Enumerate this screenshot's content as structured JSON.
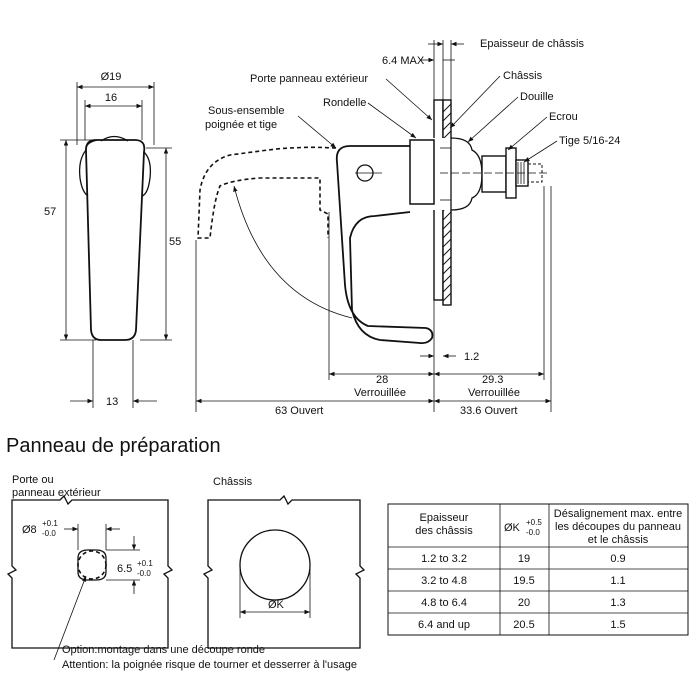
{
  "front_view": {
    "dia_19": "Ø19",
    "dim_16": "16",
    "dim_57": "57",
    "dim_55": "55",
    "dim_13": "13"
  },
  "side_view": {
    "dim_6_4_max": "6.4 MAX",
    "epaisseur_chassis": "Epaisseur de châssis",
    "porte_panneau": "Porte panneau extérieur",
    "chassis": "Châssis",
    "douille": "Douille",
    "rondelle": "Rondelle",
    "ecrou": "Ecrou",
    "sous_ensemble_1": "Sous-ensemble",
    "sous_ensemble_2": "poignée et tige",
    "tige": "Tige 5/16-24",
    "dim_1_2": "1.2",
    "dim_28": "28",
    "verrouillee_left": "Verrouillée",
    "dim_29_3": "29.3",
    "verrouillee_right": "Verrouillée",
    "dim_63_ouvert": "63  Ouvert",
    "dim_33_6_ouvert": "33.6  Ouvert"
  },
  "prep": {
    "title": "Panneau de préparation",
    "porte_1": "Porte ou",
    "porte_2": "panneau extérieur",
    "chassis": "Châssis",
    "dia_8": "Ø8",
    "tol_8_plus": "+0.1",
    "tol_8_minus": "-0.0",
    "dim_6_5": "6.5",
    "tol_6_5_plus": "+0.1",
    "tol_6_5_minus": "-0.0",
    "dim_ok": "ØK",
    "note_option": "Option:montage dans une découpe ronde",
    "note_attention": "Attention: la poignée risque de tourner et desserrer à l'usage"
  },
  "table": {
    "header_thickness_1": "Epaisseur",
    "header_thickness_2": "des châssis",
    "header_k": "ØK",
    "header_k_plus": "+0.5",
    "header_k_minus": "-0.0",
    "header_misalign_1": "Désalignement max. entre",
    "header_misalign_2": "les découpes du panneau",
    "header_misalign_3": "et le châssis",
    "rows": [
      [
        "1.2 to 3.2",
        "19",
        "0.9"
      ],
      [
        "3.2 to 4.8",
        "19.5",
        "1.1"
      ],
      [
        "4.8 to 6.4",
        "20",
        "1.3"
      ],
      [
        "6.4 and up",
        "20.5",
        "1.5"
      ]
    ]
  }
}
